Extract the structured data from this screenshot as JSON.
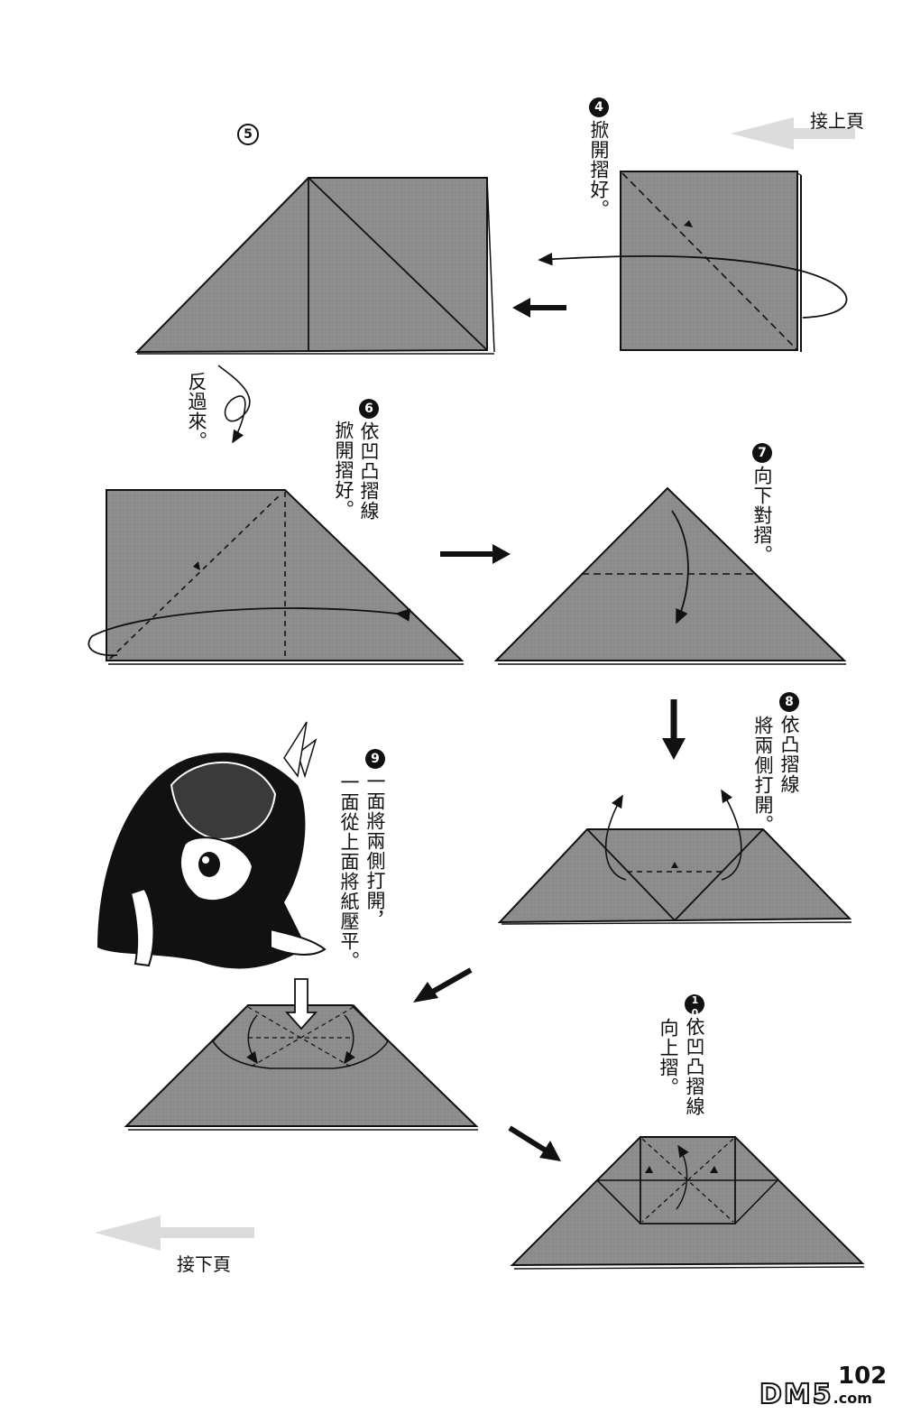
{
  "page": {
    "number": "102",
    "watermark": "DM5",
    "watermark_suffix": ".com"
  },
  "nav": {
    "continue_from": "接上頁",
    "continue_to": "接下頁"
  },
  "steps": [
    {
      "num": "4",
      "text": "掀開摺好。"
    },
    {
      "num": "5",
      "text": ""
    },
    {
      "num": "",
      "text": "反過來。"
    },
    {
      "num": "6",
      "text": "依凹凸摺線",
      "text2": "掀開摺好。"
    },
    {
      "num": "7",
      "text": "向下對摺。"
    },
    {
      "num": "8",
      "text": "依凸摺線",
      "text2": "將兩側打開。"
    },
    {
      "num": "9",
      "text": "一面將兩側打開，",
      "text2": "一面從上面將紙壓平。"
    },
    {
      "num": "10",
      "text": "依凹凸摺線",
      "text2": "向上摺。"
    }
  ],
  "colors": {
    "paper": "#8e8e8e",
    "ink": "#111111",
    "arrow_gray": "#d9d9d9"
  }
}
